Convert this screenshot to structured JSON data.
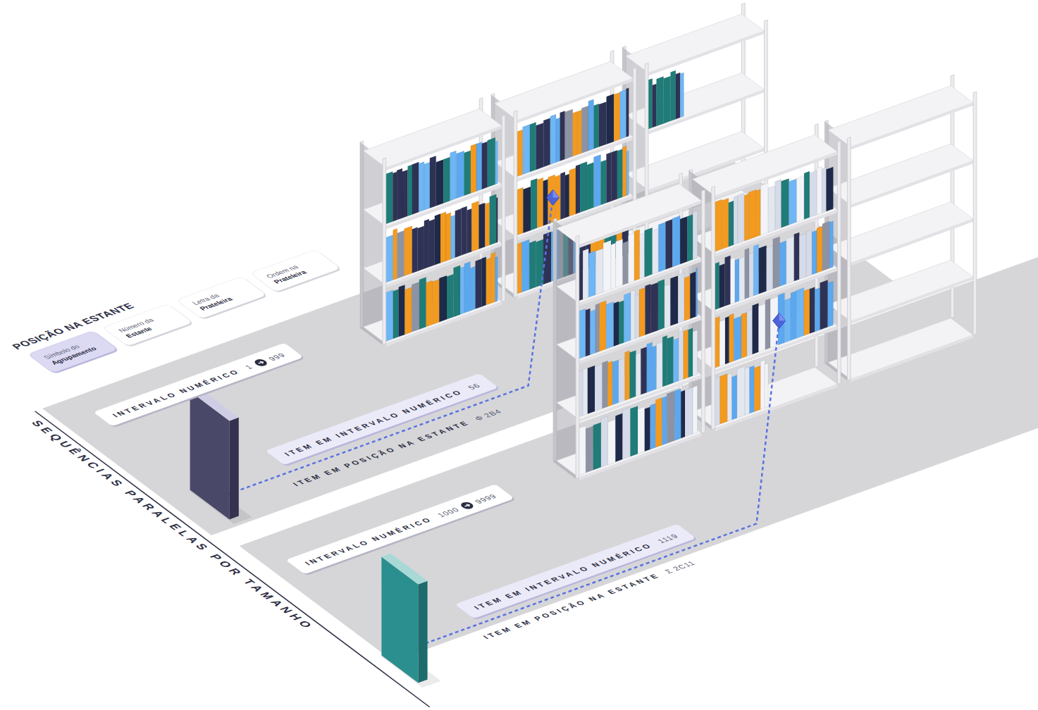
{
  "diagram": {
    "nodes": [
      {
        "text": [
          "Símbolo do",
          "Agrupamento"
        ]
      },
      {
        "text": [
          "Número da",
          "Estante"
        ]
      },
      {
        "text": [
          "Letra da",
          "Prateleira"
        ]
      },
      {
        "text": [
          "Ordem na",
          "Prateleira"
        ]
      },
      {
        "text": [
          "INTERVALO NUMÉRICO",
          "1",
          "999"
        ]
      },
      {
        "text": [
          "ITEM EM INTERVALO NUMÉRICO",
          "56"
        ]
      },
      {
        "text": [
          "INTERVALO NUMÉRICO",
          "1000",
          "9999"
        ]
      },
      {
        "text": [
          "ITEM EM INTERVALO NUMÉRICO",
          "1119"
        ]
      }
    ],
    "labels": [
      "POSIÇÃO NA ESTANTE",
      "ITEM EM POSIÇÃO NA ESTANTE",
      "Φ 2B4",
      "ITEM EM POSIÇÃO NA ESTANTE",
      "Σ 2C11",
      "SEQUÊNCIAS PARALELAS POR TAMANHO"
    ]
  }
}
